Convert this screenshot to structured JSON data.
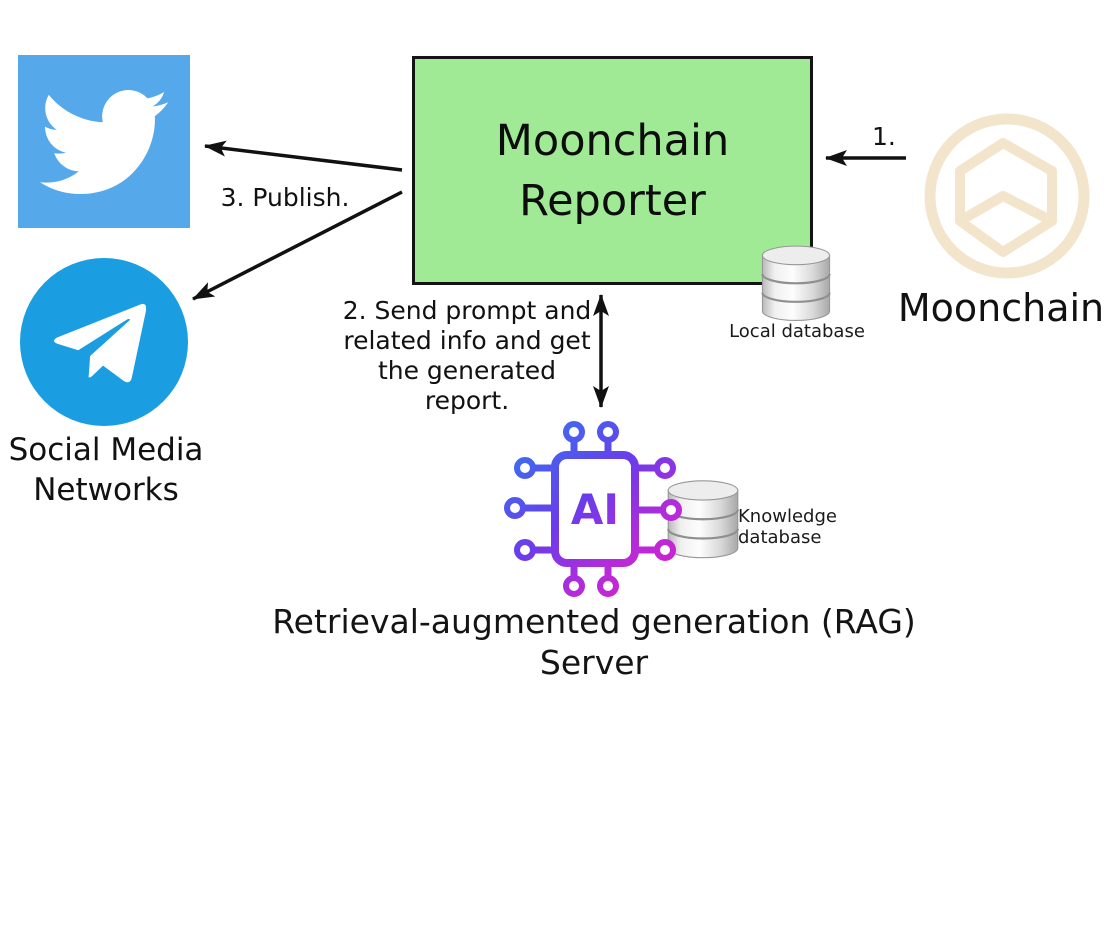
{
  "diagram": {
    "reporter_box": {
      "line1": "Moonchain",
      "line2": "Reporter"
    },
    "social": {
      "line1": "Social Media",
      "line2": "Networks"
    },
    "moonchain": {
      "label": "Moonchain"
    },
    "steps": {
      "step1": "1.",
      "step2": {
        "line1": "2. Send prompt and",
        "line2": "related info and get",
        "line3": "the generated report."
      },
      "step3": "3. Publish."
    },
    "databases": {
      "local": "Local database",
      "knowledge": "Knowledge database"
    },
    "rag": {
      "line1": "Retrieval-augmented generation (RAG)",
      "line2": "Server",
      "chip_label": "AI"
    },
    "icons": {
      "twitter": "twitter-bird-icon",
      "telegram": "telegram-plane-icon",
      "moonchain_logo": "moonchain-hexagon-logo-icon",
      "local_database": "database-cylinder-icon",
      "knowledge_database": "database-cylinder-icon",
      "ai_chip": "ai-chip-circuit-icon"
    },
    "colors": {
      "reporter_box_fill": "#A0EA96",
      "reporter_box_border": "#141414",
      "twitter_blue": "#55A9EA",
      "telegram_blue": "#1B9DE2",
      "moonchain_beige": "#F2E5CB",
      "chip_gradient_start": "#2F7BF2",
      "chip_gradient_end": "#DC1EC8",
      "arrow_black": "#111111",
      "database_gray": "#D9D9D9"
    }
  }
}
